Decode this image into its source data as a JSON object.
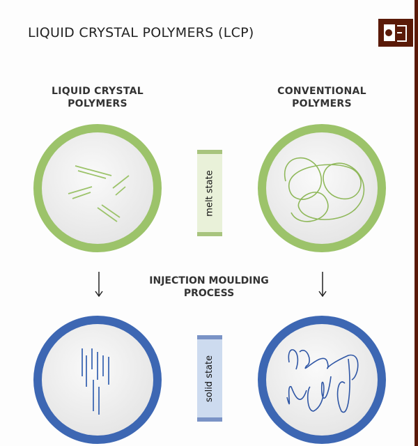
{
  "title": "LIQUID CRYSTAL POLYMERS (LCP)",
  "left_heading": [
    "LIQUID CRYSTAL",
    "POLYMERS"
  ],
  "right_heading": [
    "CONVENTIONAL",
    "POLYMERS"
  ],
  "melt_label": "melt state",
  "solid_label": "solid state",
  "process_label": [
    "INJECTION MOULDING",
    "PROCESS"
  ],
  "colors": {
    "green": "#9cc36a",
    "blue": "#3d67b3",
    "brand": "#5a1a08"
  },
  "logo": "owl-book-logo"
}
